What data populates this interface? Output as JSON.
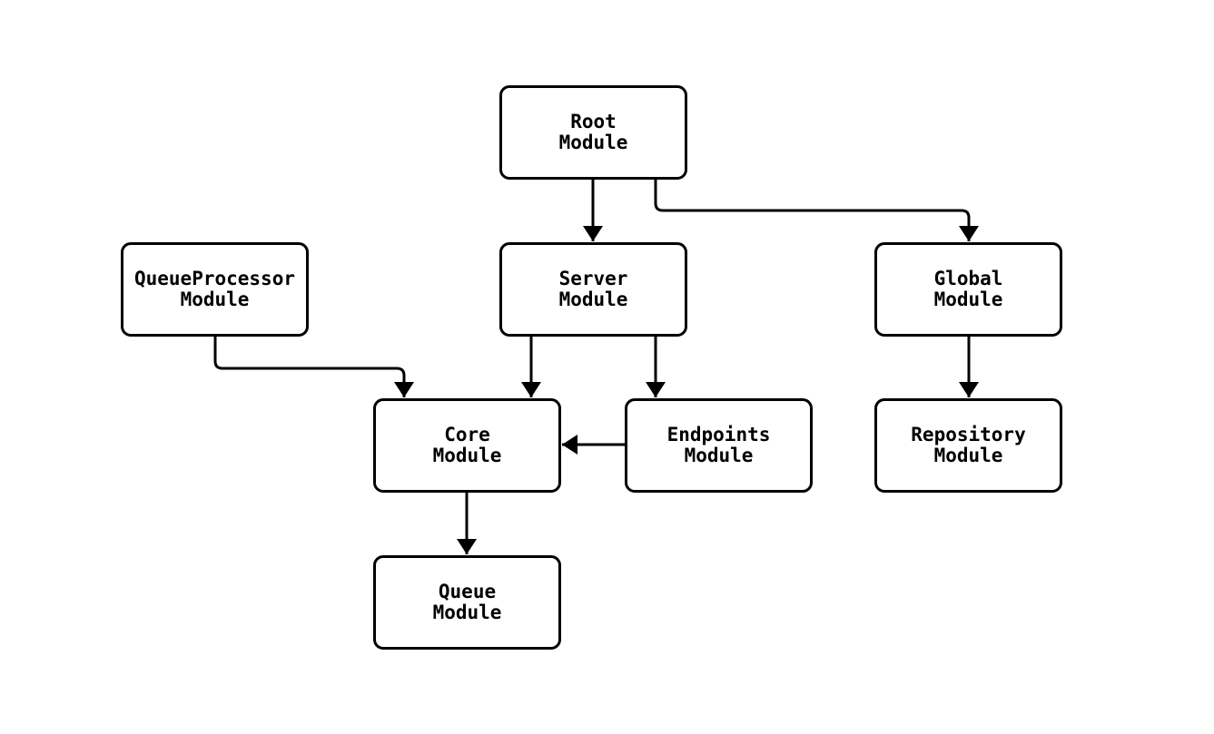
{
  "diagram": {
    "background_color": "#ffffff",
    "line_color": "#000000",
    "text_color": "#000000",
    "nodes": [
      {
        "id": "root",
        "line1": "Root",
        "line2": "Module"
      },
      {
        "id": "queueprocessor",
        "line1": "QueueProcessor",
        "line2": "Module"
      },
      {
        "id": "server",
        "line1": "Server",
        "line2": "Module"
      },
      {
        "id": "global",
        "line1": "Global",
        "line2": "Module"
      },
      {
        "id": "core",
        "line1": "Core",
        "line2": "Module"
      },
      {
        "id": "endpoints",
        "line1": "Endpoints",
        "line2": "Module"
      },
      {
        "id": "repository",
        "line1": "Repository",
        "line2": "Module"
      },
      {
        "id": "queue",
        "line1": "Queue",
        "line2": "Module"
      }
    ],
    "edges": [
      {
        "from": "Root Module",
        "to": "Server Module"
      },
      {
        "from": "Root Module",
        "to": "Global Module"
      },
      {
        "from": "QueueProcessor Module",
        "to": "Core Module"
      },
      {
        "from": "Server Module",
        "to": "Core Module"
      },
      {
        "from": "Server Module",
        "to": "Endpoints Module"
      },
      {
        "from": "Endpoints Module",
        "to": "Core Module"
      },
      {
        "from": "Global Module",
        "to": "Repository Module"
      },
      {
        "from": "Core Module",
        "to": "Queue Module"
      }
    ]
  }
}
